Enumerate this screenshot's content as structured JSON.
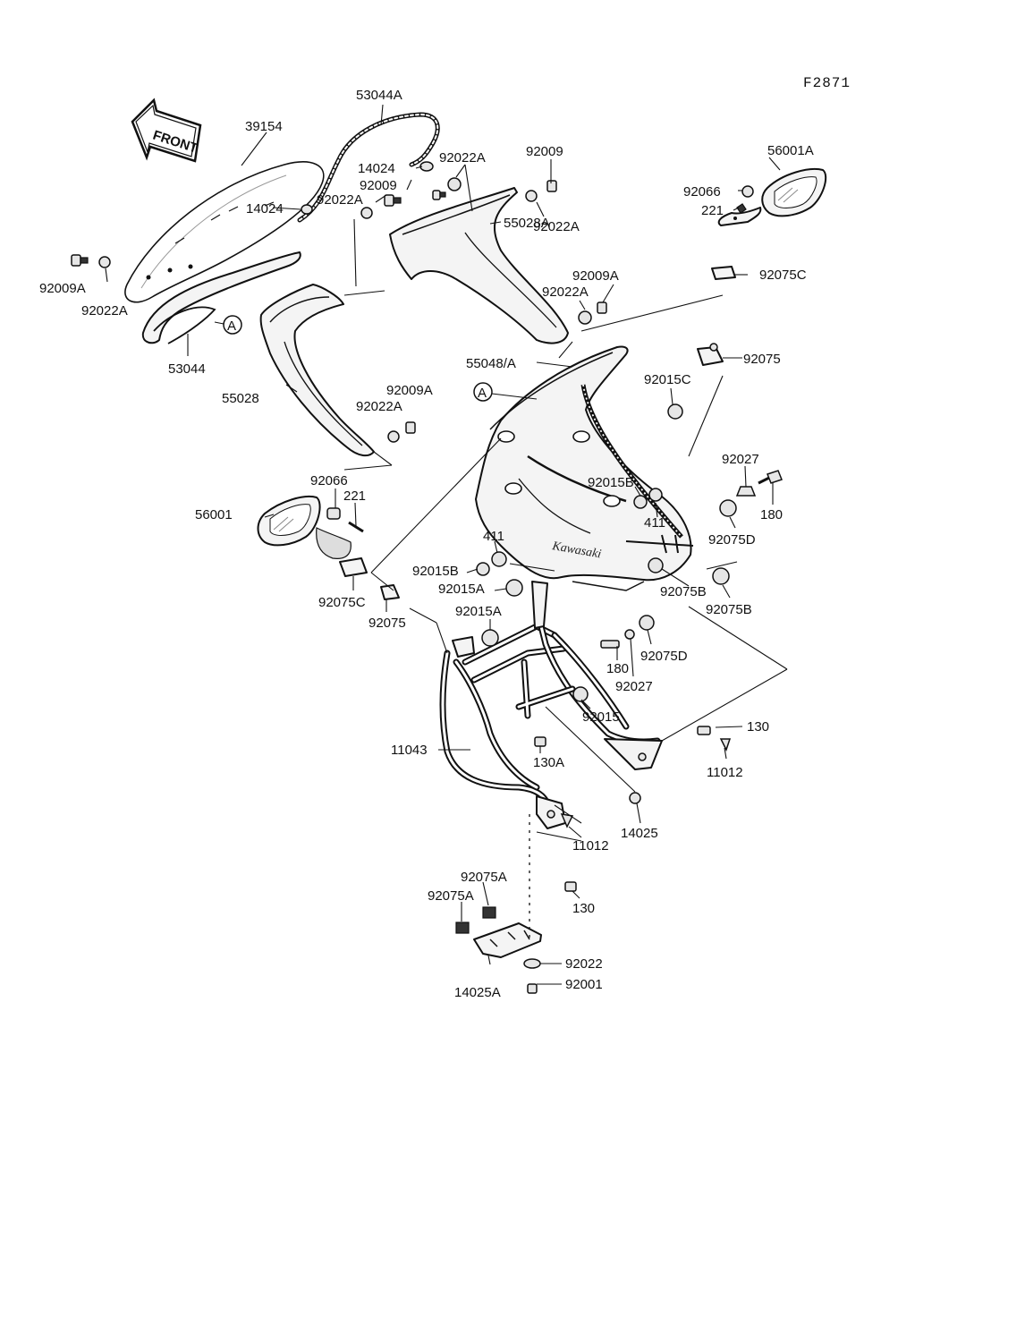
{
  "diagram_code": "F2871",
  "front_label": "FRONT",
  "brand_text": "Kawasaki",
  "callout_letter": "A",
  "parts": {
    "windshield": "39154",
    "windshield_trim_top": "53044A",
    "windshield_trim_lower": "53044",
    "clip_upper": "14024",
    "clip_lower": "14024",
    "screw_windshield_left": "92009A",
    "washer_windshield_left": "92022A",
    "washer_upper_1": "92022A",
    "screw_upper_1": "92009",
    "washer_upper_2": "92022A",
    "screw_upper_right": "92009",
    "washer_upper_right": "92022A",
    "inner_cover_right": "55028A",
    "screw_inner_right": "92009A",
    "washer_inner_right": "92022A",
    "inner_cover_left": "55028",
    "screw_inner_left": "92009A",
    "washer_inner_left": "92022A",
    "upper_cowl": "55048/A",
    "mirror_right": "56001A",
    "mirror_right_cap": "92066",
    "mirror_right_screw": "221",
    "mirror_right_damper": "92075C",
    "mirror_right_mount": "92075",
    "nut_cowl_right": "92015C",
    "bolt_right": "92027",
    "bolt_right_long": "180",
    "damper_right": "92075D",
    "nut_cowl_inner": "92015B",
    "collar_right": "411",
    "grommet_right_1": "92075B",
    "grommet_right_2": "92075B",
    "mirror_left": "56001",
    "mirror_left_cap": "92066",
    "mirror_left_screw": "221",
    "mirror_left_damper": "92075C",
    "mirror_left_mount": "92075",
    "collar_left": "411",
    "nut_left_1": "92015B",
    "nut_left_2": "92015A",
    "nut_left_3": "92015A",
    "bolt_frame": "180",
    "washer_frame": "92027",
    "damper_frame": "92075D",
    "nut_frame": "92015",
    "bolt_frame_right": "130",
    "cap_frame_right": "11012",
    "stay_frame": "11043",
    "bolt_frame_center": "130A",
    "clip_frame": "14025",
    "cap_frame_bottom": "11012",
    "bolt_bottom": "130",
    "damper_bottom_1": "92075A",
    "damper_bottom_2": "92075A",
    "bracket_bottom": "14025A",
    "washer_bottom": "92022",
    "bolt_bottom_small": "92001"
  }
}
